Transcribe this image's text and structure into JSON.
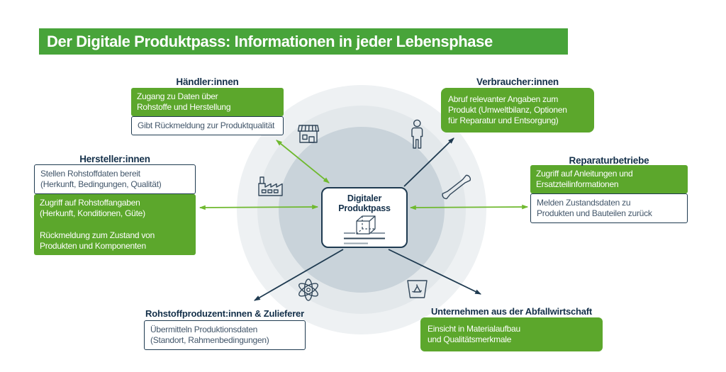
{
  "title": "Der Digitale Produktpass: Informationen in jeder Lebensphase",
  "center": {
    "title": "Digitaler\nProduktpass",
    "icon": "product-pass-cube-icon"
  },
  "colors": {
    "banner_green": "#48a43a",
    "card_green": "#5ca72c",
    "arrow_green": "#6fb92f",
    "navy": "#1e3a50",
    "label_navy": "#14304a",
    "text_dark": "#42566a",
    "icon_stroke": "#32475a",
    "circle_outer": "#eef1f3",
    "circle_middle": "#e3e8eb",
    "circle_inner": "#c9d3da"
  },
  "groups": {
    "haendler": {
      "label": "Händler:innen",
      "icon": "storefront-icon",
      "card_green": "Zugang zu Daten über\nRohstoffe und Herstellung",
      "card_white": "Gibt Rückmeldung zur Produktqualität"
    },
    "verbraucher": {
      "label": "Verbraucher:innen",
      "icon": "person-icon",
      "card_green": "Abruf relevanter Angaben zum\nProdukt (Umweltbilanz, Optionen\nfür Reparatur und Entsorgung)"
    },
    "hersteller": {
      "label": "Hersteller:innen",
      "icon": "factory-icon",
      "card_white": "Stellen Rohstoffdaten bereit\n(Herkunft, Bedingungen, Qualität)",
      "card_green": "Zugriff auf Rohstoffangaben\n(Herkunft, Konditionen, Güte)\n\nRückmeldung zum Zustand von\nProdukten und Komponenten"
    },
    "reparatur": {
      "label": "Reparaturbetriebe",
      "icon": "wrench-icon",
      "card_green": "Zugriff auf Anleitungen und\nErsatzteilinformationen",
      "card_white": "Melden Zustandsdaten zu\nProdukten und Bauteilen zurück"
    },
    "rohstoff": {
      "label": "Rohstoffproduzent:innen & Zulieferer",
      "icon": "atom-icon",
      "card_white": "Übermitteln Produktionsdaten\n(Standort, Rahmenbedingungen)"
    },
    "abfall": {
      "label": "Unternehmen aus der Abfallwirtschaft",
      "icon": "recycling-bin-icon",
      "card_green": "Einsicht in Materialaufbau\nund Qualitätsmerkmale"
    }
  }
}
